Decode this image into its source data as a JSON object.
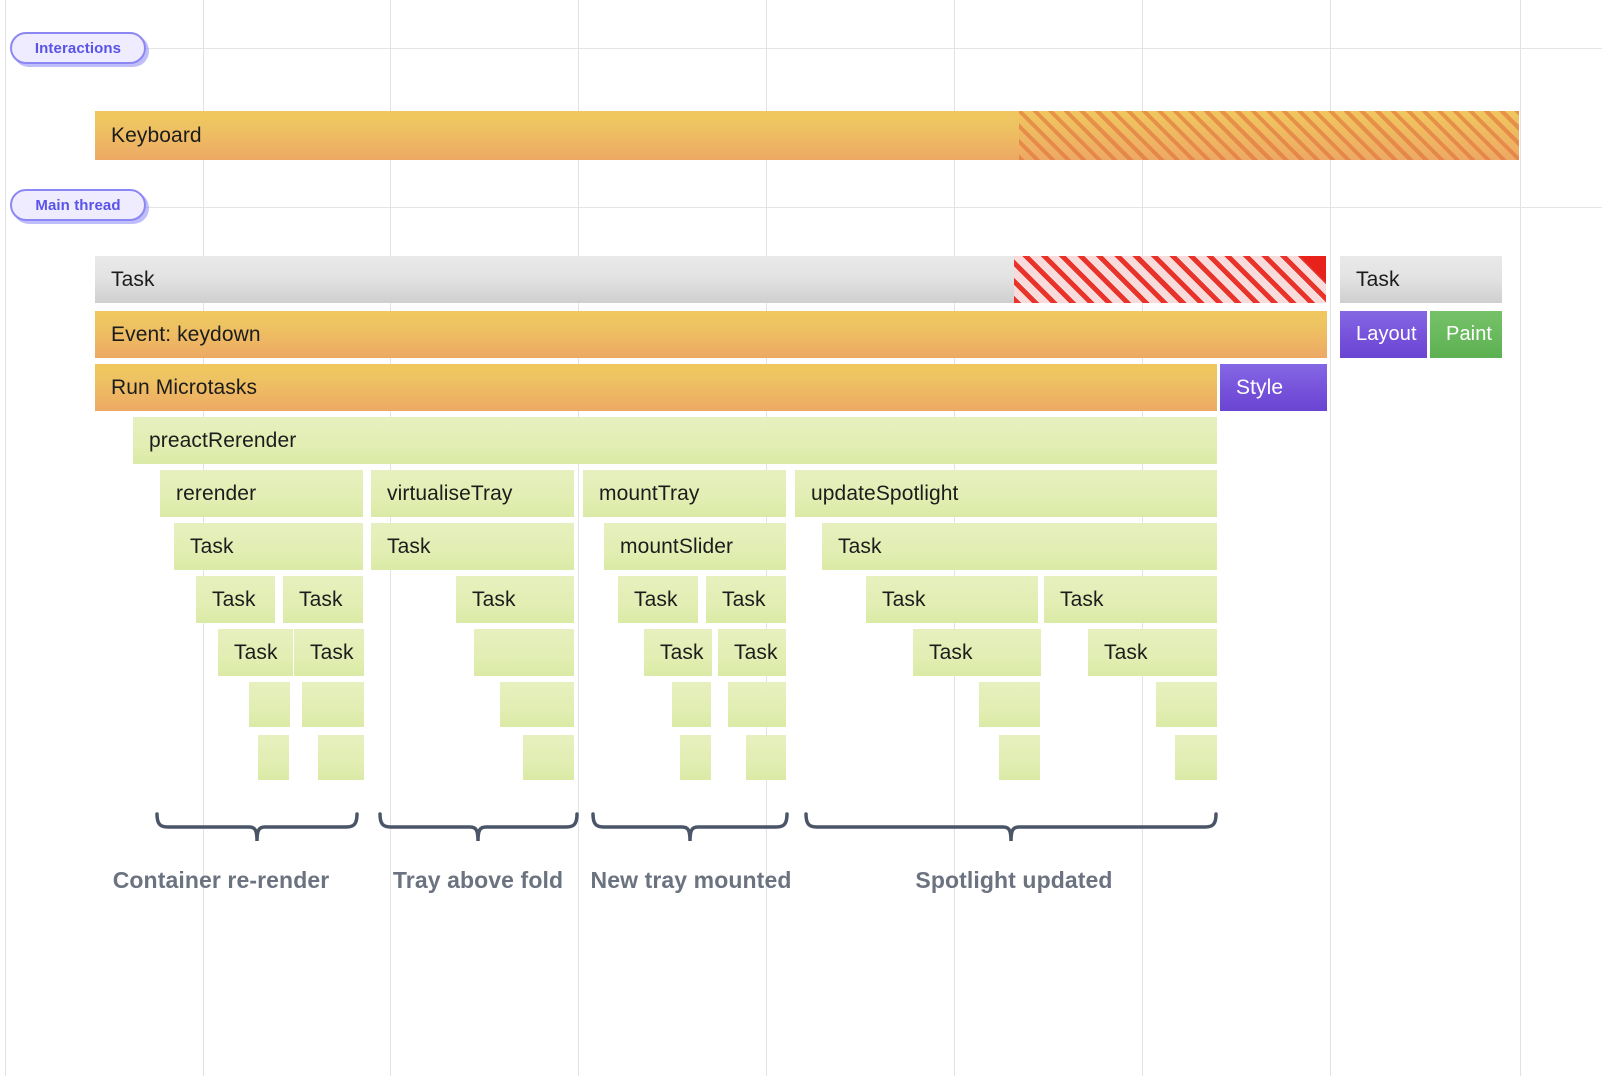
{
  "tracks": [
    {
      "name": "interactions",
      "label": "Interactions"
    },
    {
      "name": "main-thread",
      "label": "Main thread"
    }
  ],
  "colors": {
    "badge_border": "#8b87f5",
    "badge_fill": "#eeecfe",
    "badge_text": "#5a53e8",
    "orange": "#eec462",
    "orange_hatch": "#df6836",
    "grey": "#e3e3e3",
    "red": "#e8322a",
    "green": "#e2eeb3",
    "purple": "#7550da",
    "paint_green": "#68b95c",
    "bracket": "#4a5568",
    "caption_text": "#6b7280",
    "gridline": "#e2e2e2"
  },
  "interactions_track": {
    "bars": [
      {
        "label": "Keyboard",
        "kind": "orange",
        "hatched_tail": true
      }
    ]
  },
  "main_thread": {
    "rows": [
      {
        "depth": 0,
        "bars": [
          {
            "label": "Task",
            "kind": "grey",
            "hatched_tail": true,
            "has_red_corner": true
          },
          {
            "label": "Task",
            "kind": "grey"
          }
        ]
      },
      {
        "depth": 1,
        "bars": [
          {
            "label": "Event: keydown",
            "kind": "orange"
          },
          {
            "label": "Layout",
            "kind": "purple"
          },
          {
            "label": "Paint",
            "kind": "paint-green"
          }
        ]
      },
      {
        "depth": 2,
        "bars": [
          {
            "label": "Run Microtasks",
            "kind": "orange"
          },
          {
            "label": "Style",
            "kind": "purple"
          }
        ]
      },
      {
        "depth": 3,
        "bars": [
          {
            "label": "preactRerender",
            "kind": "green"
          }
        ]
      },
      {
        "depth": 4,
        "bars": [
          {
            "label": "rerender",
            "kind": "green"
          },
          {
            "label": "virtualiseTray",
            "kind": "green"
          },
          {
            "label": "mountTray",
            "kind": "green"
          },
          {
            "label": "updateSpotlight",
            "kind": "green"
          }
        ]
      },
      {
        "depth": 5,
        "bars": [
          {
            "label": "Task",
            "kind": "green"
          },
          {
            "label": "Task",
            "kind": "green"
          },
          {
            "label": "mountSlider",
            "kind": "green"
          },
          {
            "label": "Task",
            "kind": "green"
          }
        ]
      },
      {
        "depth": 6,
        "bars": [
          {
            "label": "Task",
            "kind": "green"
          },
          {
            "label": "Task",
            "kind": "green"
          },
          {
            "label": "Task",
            "kind": "green"
          },
          {
            "label": "Task",
            "kind": "green"
          },
          {
            "label": "Task",
            "kind": "green"
          },
          {
            "label": "Task",
            "kind": "green"
          },
          {
            "label": "Task",
            "kind": "green"
          }
        ]
      },
      {
        "depth": 7,
        "bars": [
          {
            "label": "Task",
            "kind": "green"
          },
          {
            "label": "Task",
            "kind": "green"
          },
          {
            "label": "Task",
            "kind": "green"
          },
          {
            "label": "Task",
            "kind": "green"
          },
          {
            "label": "Task",
            "kind": "green"
          },
          {
            "label": "Task",
            "kind": "green"
          },
          {
            "label": "Task",
            "kind": "green"
          }
        ]
      },
      {
        "depth": 8,
        "bars": [
          {
            "label": "",
            "kind": "green"
          }
        ]
      },
      {
        "depth": 9,
        "bars": [
          {
            "label": "",
            "kind": "green"
          }
        ]
      }
    ]
  },
  "annotations": [
    {
      "caption": "Container re-render"
    },
    {
      "caption": "Tray above fold"
    },
    {
      "caption": "New tray mounted"
    },
    {
      "caption": "Spotlight updated"
    }
  ]
}
